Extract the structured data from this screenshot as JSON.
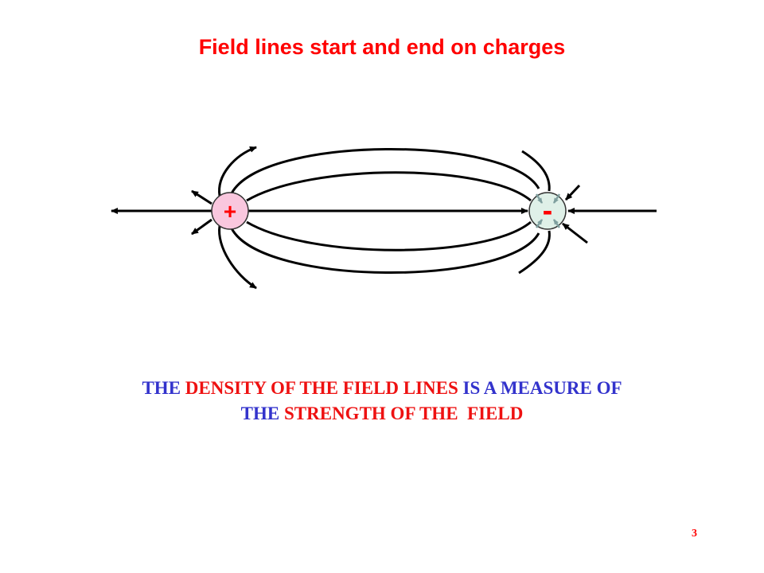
{
  "slide": {
    "title": "Field lines start and end on charges",
    "page_number": "3"
  },
  "charges": {
    "positive": {
      "label": "+",
      "fill": "#f9c7de"
    },
    "negative": {
      "label": "-",
      "fill": "#dff0e8"
    }
  },
  "caption": {
    "line1": [
      {
        "text": "THE ",
        "color": "blue"
      },
      {
        "text": "DENSITY OF THE FIELD LINES",
        "color": "red"
      },
      {
        "text": " IS A MEASURE OF",
        "color": "blue"
      }
    ],
    "line2": [
      {
        "text": "THE ",
        "color": "blue"
      },
      {
        "text": "STRENGTH OF THE  FIELD",
        "color": "red"
      }
    ]
  },
  "colors": {
    "title": "#ff0000",
    "caption_blue": "#3333cc",
    "caption_red": "#ee1111",
    "field_lines": "#000000",
    "small_arrows": "#7f9f9f"
  }
}
